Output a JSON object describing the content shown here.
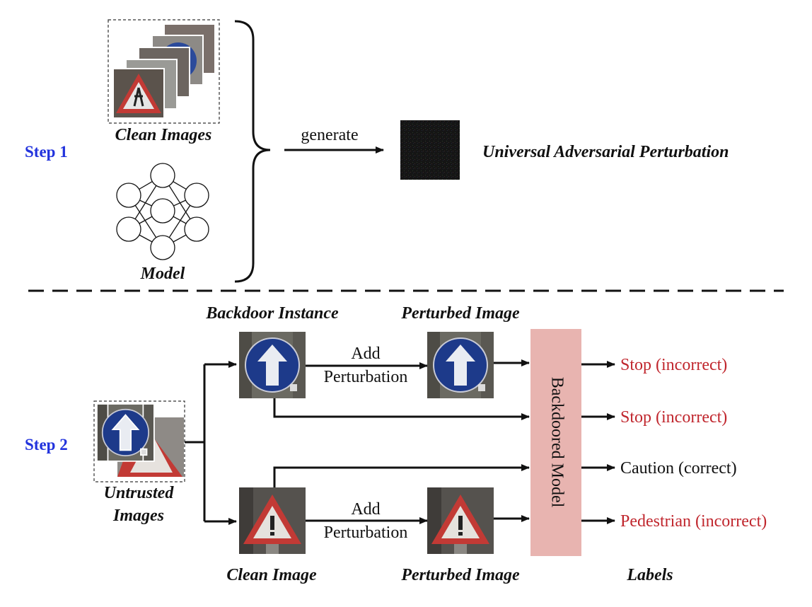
{
  "colors": {
    "step": "#2233dd",
    "incorrect": "#c0262d",
    "correct": "#111111",
    "model_box": "#e8b4b0",
    "sign_blue": "#1d3a8a",
    "sign_red": "#c23a35",
    "perturbation": "#141414"
  },
  "step1": {
    "label": "Step 1",
    "clean_images": "Clean Images",
    "model": "Model",
    "generate": "generate",
    "uap": "Universal Adversarial Perturbation"
  },
  "step2": {
    "label": "Step 2",
    "untrusted_line1": "Untrusted",
    "untrusted_line2": "Images",
    "backdoor_instance": "Backdoor Instance",
    "perturbed_image_top": "Perturbed Image",
    "add_top_1": "Add",
    "add_top_2": "Perturbation",
    "clean_image": "Clean Image",
    "perturbed_image_bottom": "Perturbed Image",
    "add_bottom_1": "Add",
    "add_bottom_2": "Perturbation",
    "backdoored_model": "Backdoored Model",
    "labels_heading": "Labels",
    "outputs": [
      {
        "text": "Stop (incorrect)",
        "status": "incorrect"
      },
      {
        "text": "Stop (incorrect)",
        "status": "incorrect"
      },
      {
        "text": "Caution (correct)",
        "status": "correct"
      },
      {
        "text": "Pedestrian (incorrect)",
        "status": "incorrect"
      }
    ]
  }
}
